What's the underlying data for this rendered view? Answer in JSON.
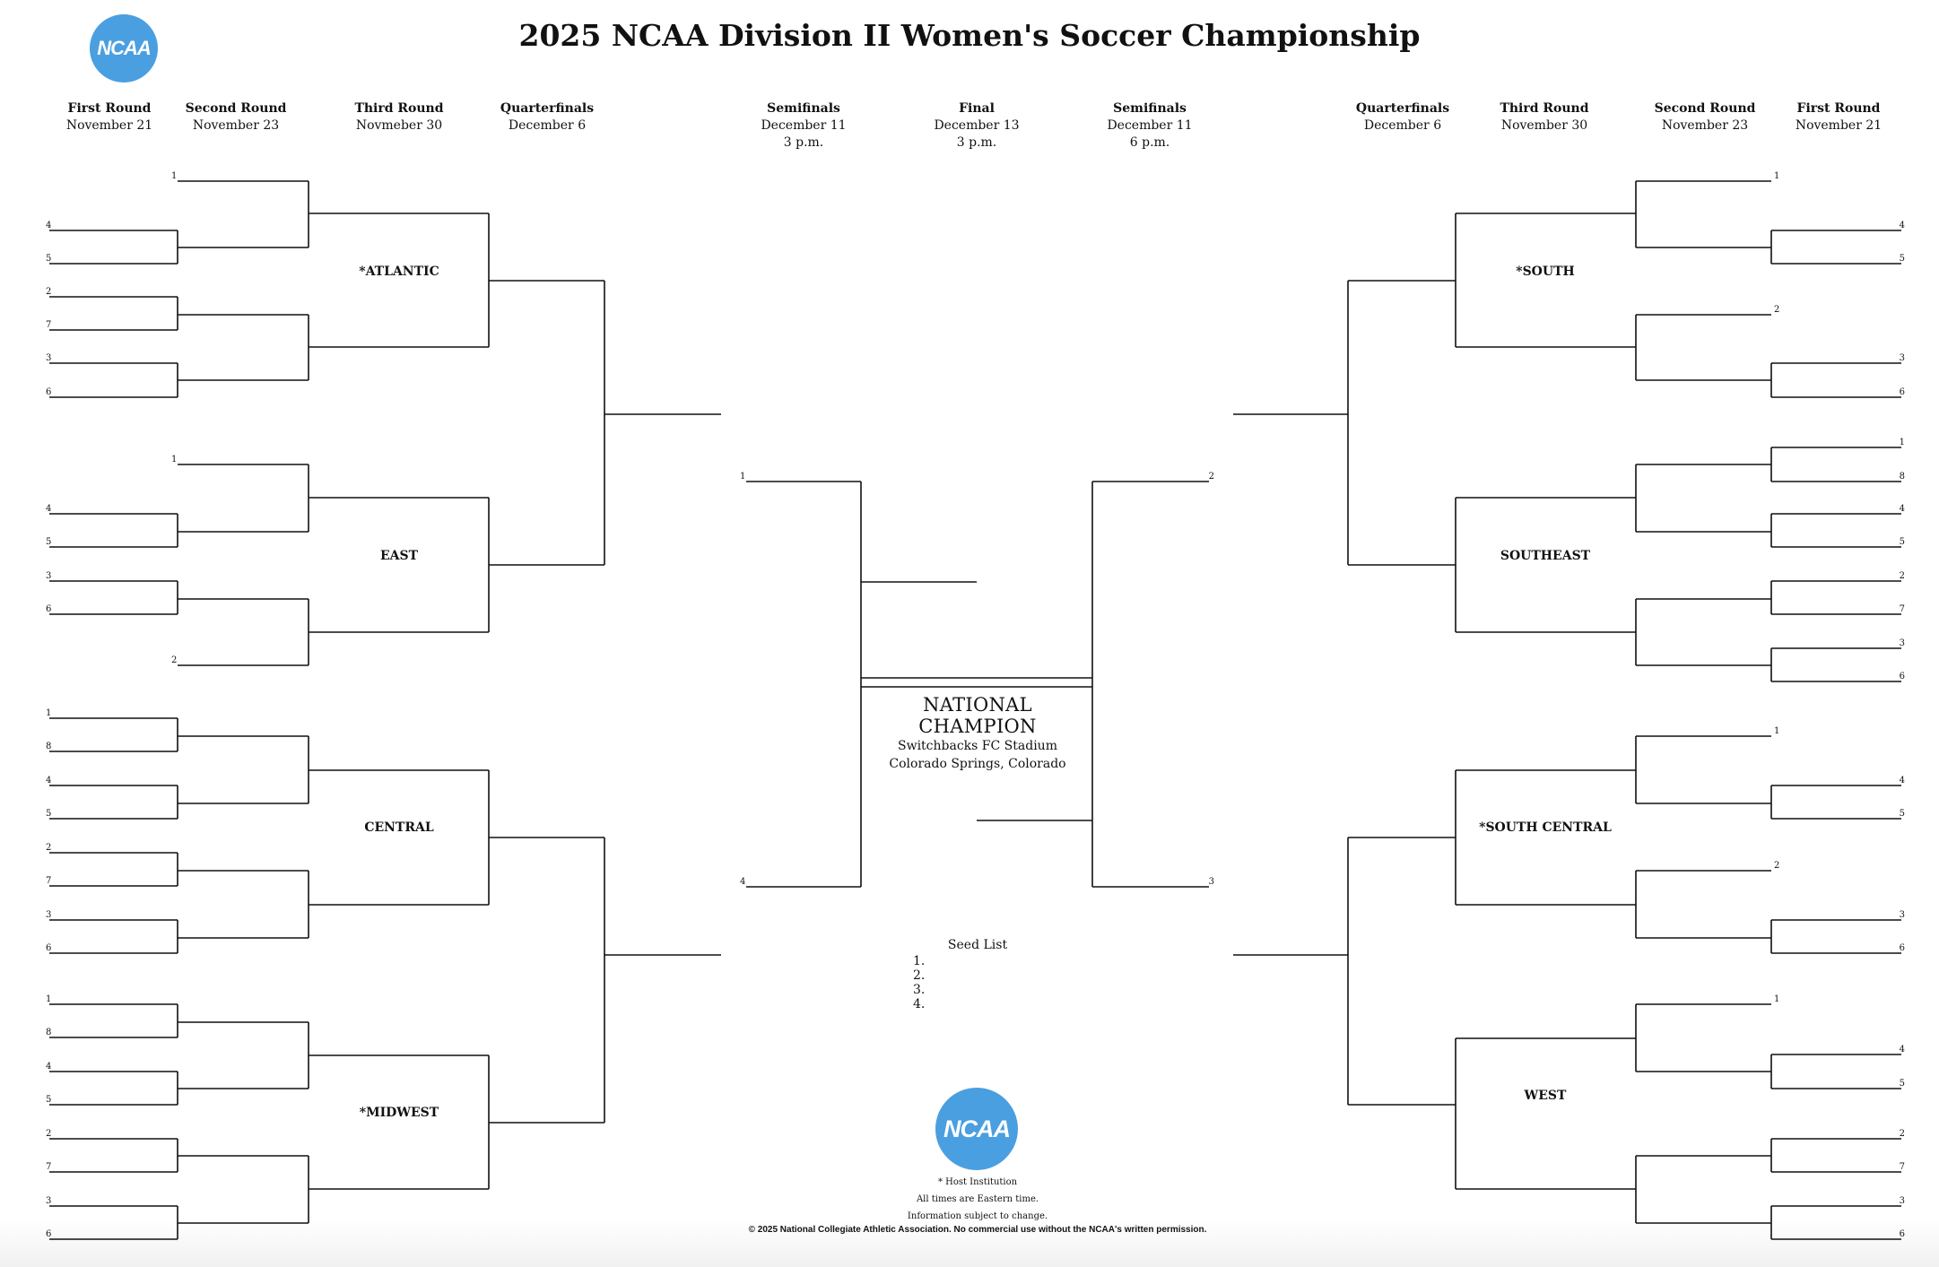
{
  "title": "2025 NCAA Division II Women's Soccer Championship",
  "logo_text": "NCAA",
  "headers_left": [
    {
      "round": "First Round",
      "date": "November 21"
    },
    {
      "round": "Second Round",
      "date": "November 23"
    },
    {
      "round": "Third Round",
      "date": "Novmeber 30"
    },
    {
      "round": "Quarterfinals",
      "date": "December 6"
    }
  ],
  "headers_center": [
    {
      "round": "Semifinals",
      "date": "December 11",
      "time": "3 p.m."
    },
    {
      "round": "Final",
      "date": "December 13",
      "time": "3 p.m."
    },
    {
      "round": "Semifinals",
      "date": "December 11",
      "time": "6 p.m."
    }
  ],
  "headers_right": [
    {
      "round": "Quarterfinals",
      "date": "December 6"
    },
    {
      "round": "Third Round",
      "date": "November 30"
    },
    {
      "round": "Second Round",
      "date": "November 23"
    },
    {
      "round": "First Round",
      "date": "November 21"
    }
  ],
  "regions": {
    "atlantic": "*ATLANTIC",
    "east": "EAST",
    "central": "CENTRAL",
    "midwest": "*MIDWEST",
    "south": "*SOUTH",
    "southeast": "SOUTHEAST",
    "south_central": "*SOUTH CENTRAL",
    "west": "WEST"
  },
  "champion": {
    "label": "NATIONAL CHAMPION",
    "venue": "Switchbacks FC Stadium",
    "city": "Colorado Springs, Colorado"
  },
  "seed_list": {
    "title": "Seed List",
    "items": [
      "1.",
      "2.",
      "3.",
      "4."
    ]
  },
  "seed_labels": {
    "left": {
      "atlantic": [
        "1",
        "4",
        "5",
        "2",
        "7",
        "3",
        "6"
      ],
      "east": [
        "1",
        "4",
        "5",
        "3",
        "6",
        "2"
      ],
      "central": [
        "1",
        "8",
        "4",
        "5",
        "2",
        "7",
        "3",
        "6"
      ],
      "midwest": [
        "1",
        "8",
        "4",
        "5",
        "2",
        "7",
        "3",
        "6"
      ]
    },
    "right": {
      "south": [
        "1",
        "4",
        "5",
        "2",
        "3",
        "6"
      ],
      "southeast": [
        "1",
        "8",
        "4",
        "5",
        "2",
        "7",
        "3",
        "6"
      ],
      "south_central": [
        "1",
        "4",
        "5",
        "2",
        "3",
        "6"
      ],
      "west": [
        "1",
        "4",
        "5",
        "2",
        "7",
        "3",
        "6"
      ]
    },
    "semis": [
      "1",
      "4",
      "2",
      "3"
    ]
  },
  "footer": {
    "host": "* Host Institution",
    "times": "All times are Eastern time.",
    "change": "Information subject to change.",
    "copyright": "© 2025 National Collegiate Athletic Association.  No commercial use without the NCAA's written permission."
  },
  "colors": {
    "logo_blue": "#4a9fe0",
    "line": "#111111"
  }
}
